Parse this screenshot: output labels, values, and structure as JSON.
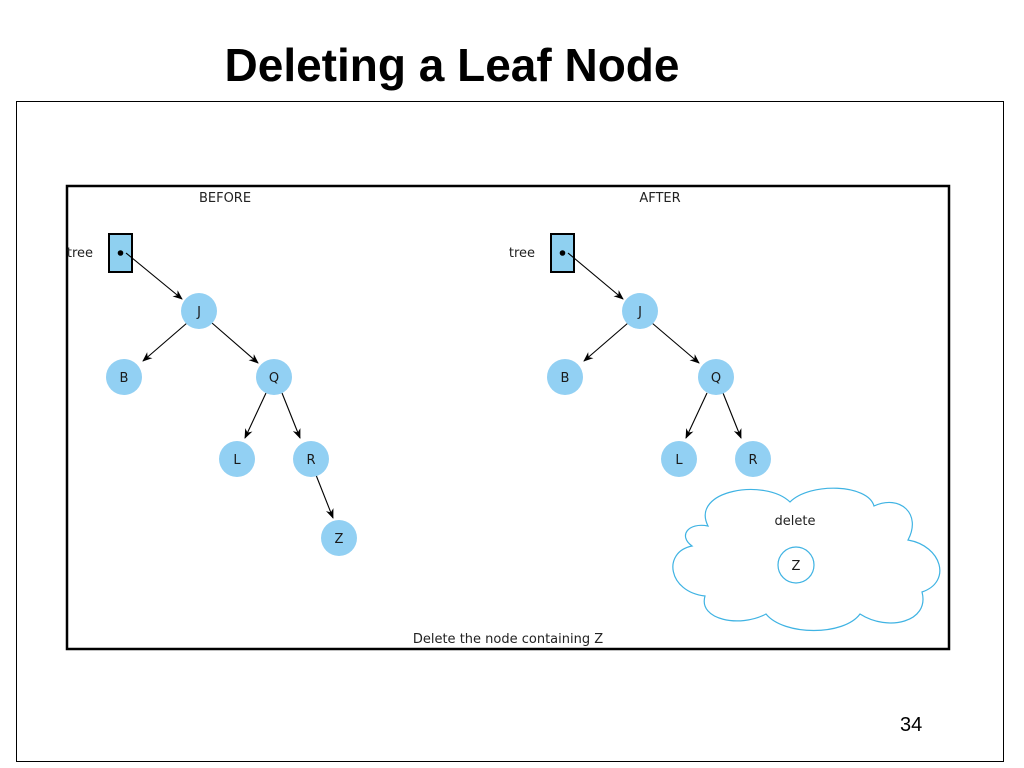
{
  "slide": {
    "title": "Deleting a Leaf Node",
    "page_number": "34"
  },
  "diagram": {
    "before_label": "BEFORE",
    "after_label": "AFTER",
    "caption": "Delete the node containing Z",
    "pointer_label": "tree",
    "delete_label": "delete",
    "deleted_node": "Z",
    "before_nodes": [
      "J",
      "B",
      "Q",
      "L",
      "R",
      "Z"
    ],
    "after_nodes": [
      "J",
      "B",
      "Q",
      "L",
      "R"
    ],
    "colors": {
      "node_fill": "#92d0f3",
      "pointer_fill": "#8fd0f0",
      "cloud_stroke": "#3fb3e3",
      "frame": "#000000"
    }
  }
}
